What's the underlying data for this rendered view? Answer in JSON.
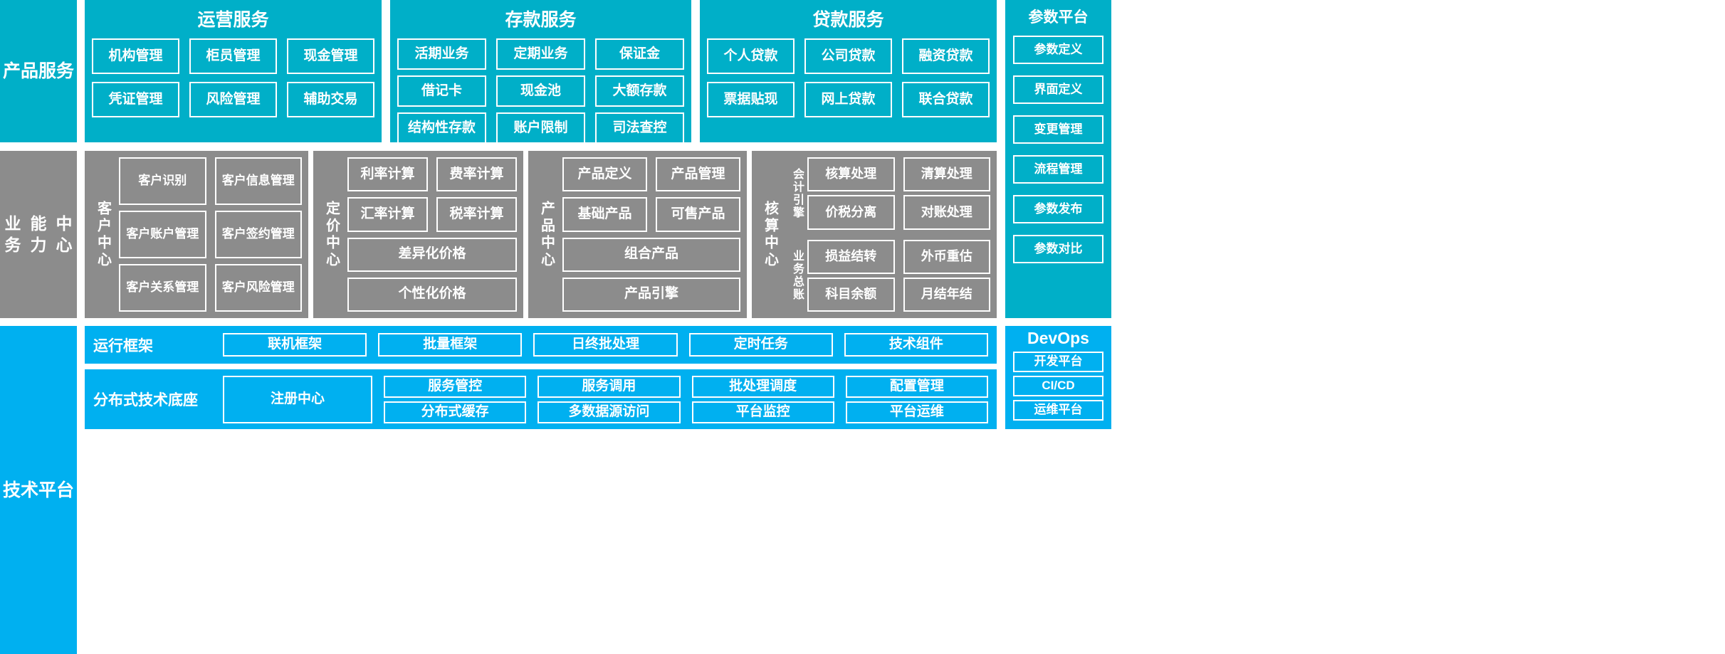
{
  "rows": {
    "product_service": "产品\n服务",
    "business_capability": "业务\n能力\n中心",
    "technical_platform": "技术\n平台"
  },
  "service_groups": [
    {
      "title": "运营服务",
      "items": [
        "机构管理",
        "柜员管理",
        "现金管理",
        "凭证管理",
        "风险管理",
        "辅助交易"
      ]
    },
    {
      "title": "存款服务",
      "items": [
        "活期业务",
        "定期业务",
        "保证金",
        "借记卡",
        "现金池",
        "大额存款",
        "结构性存款",
        "账户限制",
        "司法查控"
      ]
    },
    {
      "title": "贷款服务",
      "items": [
        "个人贷款",
        "公司贷款",
        "融资贷款",
        "票据贴现",
        "网上贷款",
        "联合贷款"
      ]
    }
  ],
  "param_platform": {
    "title": "参数平台",
    "items": [
      "参数定义",
      "界面定义",
      "变更管理",
      "流程管理",
      "参数发布",
      "参数对比"
    ]
  },
  "centers": [
    {
      "label": "客户中心",
      "items": [
        "客户识别",
        "客户信息管理",
        "客户账户管理",
        "客户签约管理",
        "客户关系管理",
        "客户风险管理"
      ]
    },
    {
      "label": "定价中心",
      "items": [
        "利率计算",
        "费率计算",
        "汇率计算",
        "税率计算",
        "差异化价格",
        "个性化价格"
      ]
    },
    {
      "label": "产品中心",
      "items": [
        "产品定义",
        "产品管理",
        "基础产品",
        "可售产品",
        "组合产品",
        "产品引擎"
      ]
    }
  ],
  "accounting_center": {
    "label": "核算中心",
    "subgroups": [
      {
        "label": "会计引擎",
        "items": [
          "核算处理",
          "清算处理",
          "价税分离",
          "对账处理"
        ]
      },
      {
        "label": "业务总账",
        "items": [
          "损益结转",
          "外币重估",
          "科目余额",
          "月结年结"
        ]
      }
    ]
  },
  "tech_run": {
    "label": "运行框架",
    "items": [
      "联机框架",
      "批量框架",
      "日终批处理",
      "定时任务",
      "技术组件"
    ]
  },
  "tech_base": {
    "label": "分布式技术底座",
    "anchor": "注册中心",
    "items": [
      "服务管控",
      "服务调用",
      "批处理调度",
      "配置管理",
      "分布式缓存",
      "多数据源访问",
      "平台监控",
      "平台运维"
    ]
  },
  "devops": {
    "title": "DevOps",
    "items": [
      "开发平台",
      "CI/CD",
      "运维平台"
    ]
  },
  "colors": {
    "teal": "#00AFC8",
    "gray": "#8C8C8C",
    "blue": "#00B0F0",
    "text": "#FFFFFF"
  }
}
